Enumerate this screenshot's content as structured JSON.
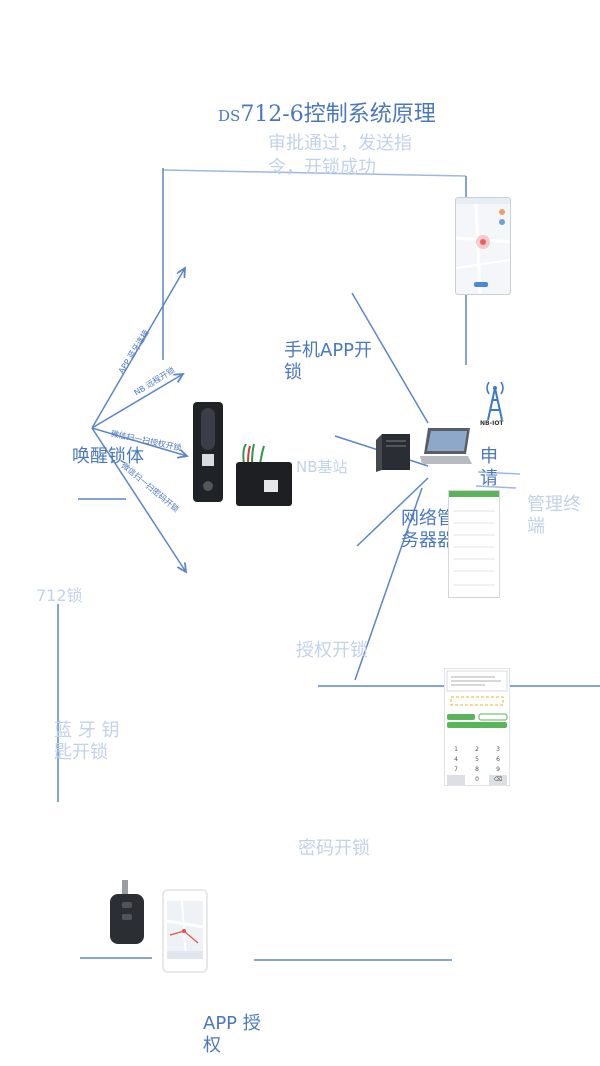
{
  "title": {
    "prefix": "DS",
    "main": "712-6控制系统原理"
  },
  "labels": {
    "approve_send": "审批通过，发送指令，开锁成功",
    "app_unlock": "手机APP开锁",
    "wake_lock": "唤醒锁体",
    "nb_station": "NB基站",
    "apply_approve": "申请审批",
    "manage_terminal": "管理终端",
    "network_server": "网络管理服务器器",
    "lock_712": "712锁",
    "auth_unlock": "授权开锁",
    "bt_key_unlock": "蓝 牙 钥 匙开锁",
    "password_unlock": "密码开锁",
    "app_auth": "APP 授权",
    "tower_label": "NB-IOT"
  },
  "branches": [
    {
      "text": "APP 蓝牙连接"
    },
    {
      "text": "NB 远程开锁"
    },
    {
      "text": "微信扫一扫授权开锁"
    },
    {
      "text": "微信扫一扫密码开锁"
    }
  ],
  "keypad": [
    "1",
    "2",
    "3",
    "4",
    "5",
    "6",
    "7",
    "8",
    "9",
    "",
    "0",
    "⌫"
  ],
  "colors": {
    "line": "#5b85cc",
    "faint": "#c2d2ea",
    "accent": "#4a78c0",
    "green": "#5ab55a"
  }
}
